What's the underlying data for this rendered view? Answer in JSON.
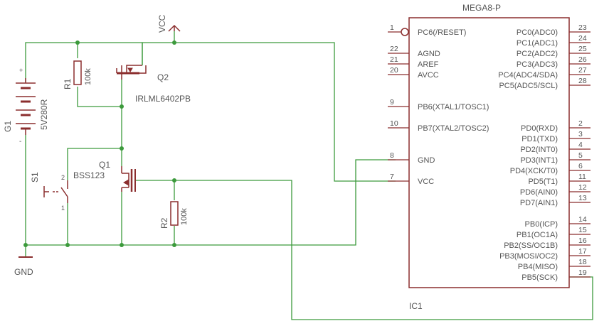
{
  "ic1": {
    "value": "MEGA8-P",
    "name": "IC1",
    "left_pins": [
      {
        "num": "1",
        "label": "PC6(/RESET)"
      },
      {
        "num": "22",
        "label": "AGND"
      },
      {
        "num": "21",
        "label": "AREF"
      },
      {
        "num": "20",
        "label": "AVCC"
      },
      {
        "num": "9",
        "label": "PB6(XTAL1/TOSC1)"
      },
      {
        "num": "10",
        "label": "PB7(XTAL2/TOSC2)"
      },
      {
        "num": "8",
        "label": "GND"
      },
      {
        "num": "7",
        "label": "VCC"
      }
    ],
    "right_pins": [
      {
        "num": "23",
        "label": "PC0(ADC0)"
      },
      {
        "num": "24",
        "label": "PC1(ADC1)"
      },
      {
        "num": "25",
        "label": "PC2(ADC2)"
      },
      {
        "num": "26",
        "label": "PC3(ADC3)"
      },
      {
        "num": "27",
        "label": "PC4(ADC4/SDA)"
      },
      {
        "num": "28",
        "label": "PC5(ADC5/SCL)"
      },
      {
        "num": "2",
        "label": "PD0(RXD)"
      },
      {
        "num": "3",
        "label": "PD1(TXD)"
      },
      {
        "num": "4",
        "label": "PD2(INT0)"
      },
      {
        "num": "5",
        "label": "PD3(INT1)"
      },
      {
        "num": "6",
        "label": "PD4(XCK/T0)"
      },
      {
        "num": "11",
        "label": "PD5(T1)"
      },
      {
        "num": "12",
        "label": "PD6(AIN0)"
      },
      {
        "num": "13",
        "label": "PD7(AIN1)"
      },
      {
        "num": "14",
        "label": "PB0(ICP)"
      },
      {
        "num": "15",
        "label": "PB1(OC1A)"
      },
      {
        "num": "16",
        "label": "PB2(SS/OC1B)"
      },
      {
        "num": "17",
        "label": "PB3(MOSI/OC2)"
      },
      {
        "num": "18",
        "label": "PB4(MISO)"
      },
      {
        "num": "19",
        "label": "PB5(SCK)"
      }
    ]
  },
  "g1": {
    "name": "G1",
    "value": "5V280R",
    "plus": "+",
    "minus": "-"
  },
  "r1": {
    "name": "R1",
    "value": "100k"
  },
  "r2": {
    "name": "R2",
    "value": "100k"
  },
  "q1": {
    "name": "Q1",
    "value": "BSS123"
  },
  "q2": {
    "name": "Q2",
    "value": "IRLML6402PB"
  },
  "s1": {
    "name": "S1",
    "pin1": "1",
    "pin2": "2"
  },
  "vcc": {
    "label": "VCC"
  },
  "gnd": {
    "label": "GND"
  },
  "colors": {
    "wire": "#3c9a3c",
    "part": "#8b2e2e",
    "text": "#555555"
  }
}
